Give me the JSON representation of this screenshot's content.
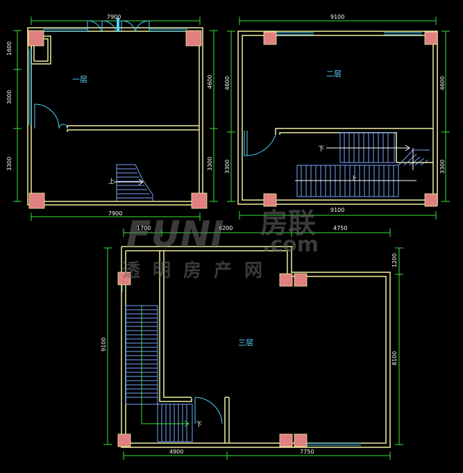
{
  "floor1": {
    "label": "一层",
    "dims": {
      "top": "7900",
      "bottom": "7900",
      "left_top": "1600",
      "left_mid": "3000",
      "left_bottom": "3300",
      "right_top": "4600",
      "right_bottom": "3300"
    },
    "stair_up": "上"
  },
  "floor2": {
    "label": "二层",
    "dims": {
      "top": "9100",
      "bottom": "9100",
      "left_top": "4600",
      "left_bottom": "3300",
      "right_top": "4600",
      "right_bottom": "3300"
    },
    "stair_up": "上",
    "stair_down": "下"
  },
  "floor3": {
    "label": "三层",
    "dims": {
      "top_a": "1700",
      "top_b": "6200",
      "top_c": "4750",
      "right_top": "1200",
      "right_main": "8100",
      "left": "9100",
      "bottom_a": "4900",
      "bottom_b": "7750"
    },
    "stair_down": "下"
  },
  "watermark": {
    "brand_latin": "FUNI",
    "brand_cn": "房联",
    "brand_com": ".com",
    "subtitle": "透明房产网"
  },
  "colors": {
    "background": "#000000",
    "wall": "#f2f0a0",
    "column": "#e08080",
    "dimension_line": "#39e639",
    "window": "#4fd6ff",
    "stair": "#7aa8ff",
    "door": "#4fd6ff"
  }
}
